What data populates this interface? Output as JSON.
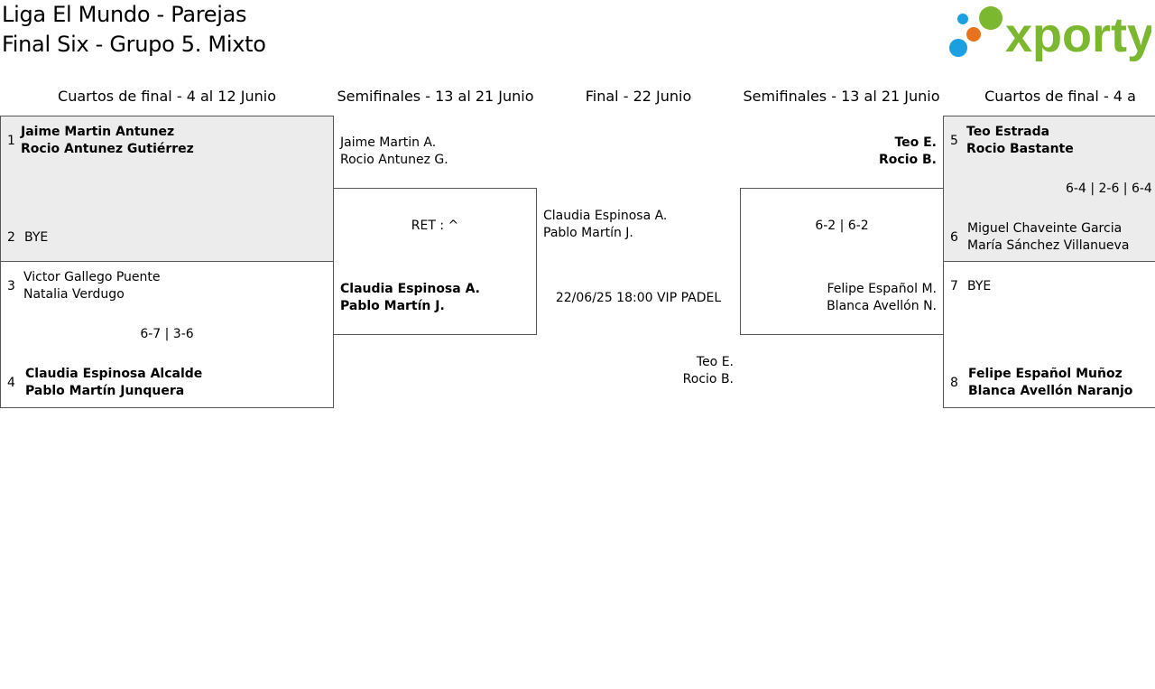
{
  "title": {
    "line1": "Liga El Mundo - Parejas",
    "line2": "Final Six - Grupo 5. Mixto"
  },
  "logo": {
    "text": "xporty",
    "colors": {
      "text": "#7cb82f",
      "dot_green": "#7cb82f",
      "dot_blue": "#1a9fe0",
      "dot_orange": "#e8731c"
    }
  },
  "headers": {
    "qf_left": "Cuartos de final - 4 al 12 Junio",
    "sf_left": "Semifinales - 13 al 21 Junio",
    "final": "Final - 22 Junio",
    "sf_right": "Semifinales - 13 al 21 Junio",
    "qf_right": "Cuartos de final - 4 a"
  },
  "qf_left": {
    "m1": {
      "seed_a": "1",
      "a1": "Jaime Martin Antunez",
      "a2": "Rocio Antunez Gutiérrez",
      "seed_b": "2",
      "b1": "BYE"
    },
    "m2": {
      "seed_a": "3",
      "a1": "Victor Gallego Puente",
      "a2": "Natalia Verdugo",
      "score": "6-7 | 3-6",
      "seed_b": "4",
      "b1": "Claudia Espinosa Alcalde",
      "b2": "Pablo Martín Junquera"
    }
  },
  "sf_left": {
    "a1": "Jaime Martin A.",
    "a2": "Rocio Antunez G.",
    "score": "RET : ^",
    "b1": "Claudia Espinosa A.",
    "b2": "Pablo Martín J."
  },
  "final": {
    "a1": "Claudia Espinosa A.",
    "a2": "Pablo Martín J.",
    "info": "22/06/25 18:00 VIP PADEL",
    "b1": "Teo E.",
    "b2": "Rocio B."
  },
  "sf_right": {
    "a1": "Teo E.",
    "a2": "Rocio B.",
    "score": "6-2 | 6-2",
    "b1": "Felipe Español M.",
    "b2": "Blanca Avellón N."
  },
  "qf_right": {
    "m1": {
      "seed_a": "5",
      "a1": "Teo Estrada",
      "a2": "Rocio Bastante",
      "score": "6-4 | 2-6 | 6-4",
      "seed_b": "6",
      "b1": "Miguel Chaveinte Garcia",
      "b2": "María Sánchez Villanueva"
    },
    "m2": {
      "seed_a": "7",
      "a1": "BYE",
      "seed_b": "8",
      "b1": "Felipe Español Muñoz",
      "b2": "Blanca Avellón Naranjo"
    }
  }
}
